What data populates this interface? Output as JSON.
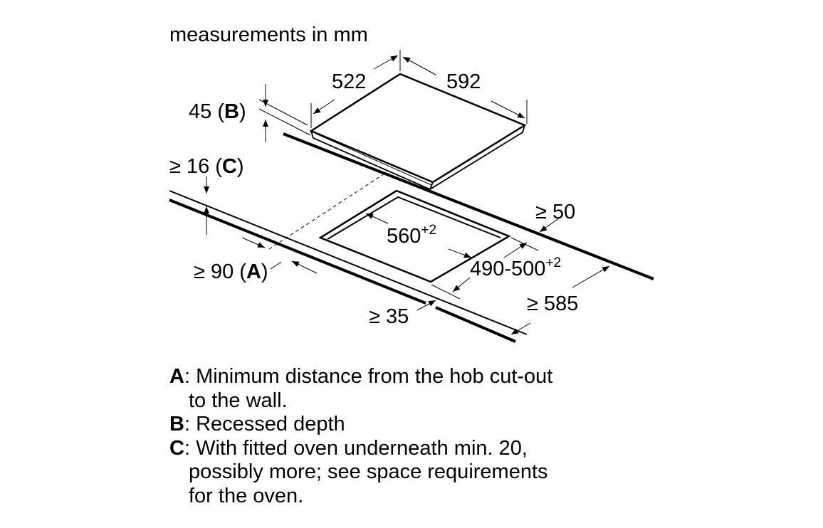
{
  "title": "measurements in mm",
  "dimensions": {
    "hob_depth": "522",
    "hob_width": "592",
    "recess_depth": "45",
    "recess_key": "B",
    "worktop_thickness": "≥ 16",
    "worktop_key": "C",
    "wall_distance": "≥ 90",
    "wall_key": "A",
    "cutout_width": "560",
    "cutout_width_tol": "+2",
    "cutout_depth": "490-500",
    "cutout_depth_tol": "+2",
    "rear_distance": "≥ 50",
    "worktop_depth": "≥ 585",
    "front_distance": "≥ 35"
  },
  "legend": [
    {
      "key": "A",
      "lines": [
        "Minimum distance from the hob cut-out",
        "to the wall."
      ]
    },
    {
      "key": "B",
      "lines": [
        "Recessed depth"
      ]
    },
    {
      "key": "C",
      "lines": [
        "With fitted oven underneath min. 20,",
        "possibly more; see space requirements",
        "for the oven."
      ]
    }
  ]
}
